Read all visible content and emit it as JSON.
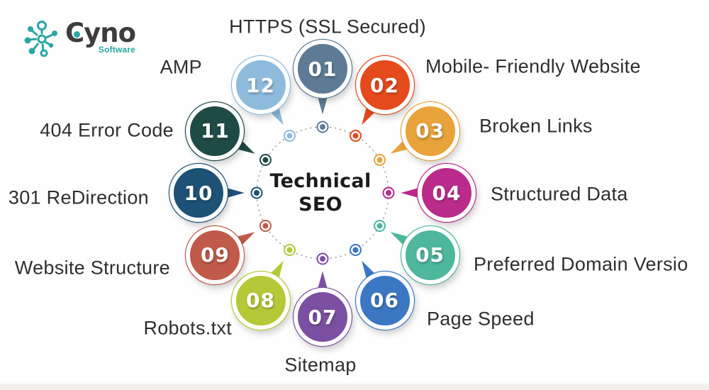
{
  "logo": {
    "brand": "Cyno",
    "subtitle": "Software",
    "accent_color": "#2aa7a5",
    "text_color": "#3d3d3d"
  },
  "center": {
    "line1": "Technical",
    "line2": "SEO"
  },
  "diagram": {
    "dashed_circle_color": "#a8a8a8",
    "label_text_color": "#2f2f2f"
  },
  "items": [
    {
      "number": "01",
      "label": "HTTPS (SSL Secured)",
      "color": "#5e7b96"
    },
    {
      "number": "02",
      "label": "Mobile- Friendly Website",
      "color": "#e54a1d"
    },
    {
      "number": "03",
      "label": "Broken Links",
      "color": "#e8a33b"
    },
    {
      "number": "04",
      "label": "Structured Data",
      "color": "#ba2b8b"
    },
    {
      "number": "05",
      "label": "Preferred Domain Versio",
      "color": "#4eb79c"
    },
    {
      "number": "06",
      "label": "Page Speed",
      "color": "#3b77c3"
    },
    {
      "number": "07",
      "label": "Sitemap",
      "color": "#7b50a2"
    },
    {
      "number": "08",
      "label": "Robots.txt",
      "color": "#b5c938"
    },
    {
      "number": "09",
      "label": "Website Structure",
      "color": "#c05a4a"
    },
    {
      "number": "10",
      "label": "301 ReDirection",
      "color": "#1d5176"
    },
    {
      "number": "11",
      "label": "404 Error Code",
      "color": "#1f4b46"
    },
    {
      "number": "12",
      "label": "AMP",
      "color": "#8ebbdc"
    }
  ]
}
